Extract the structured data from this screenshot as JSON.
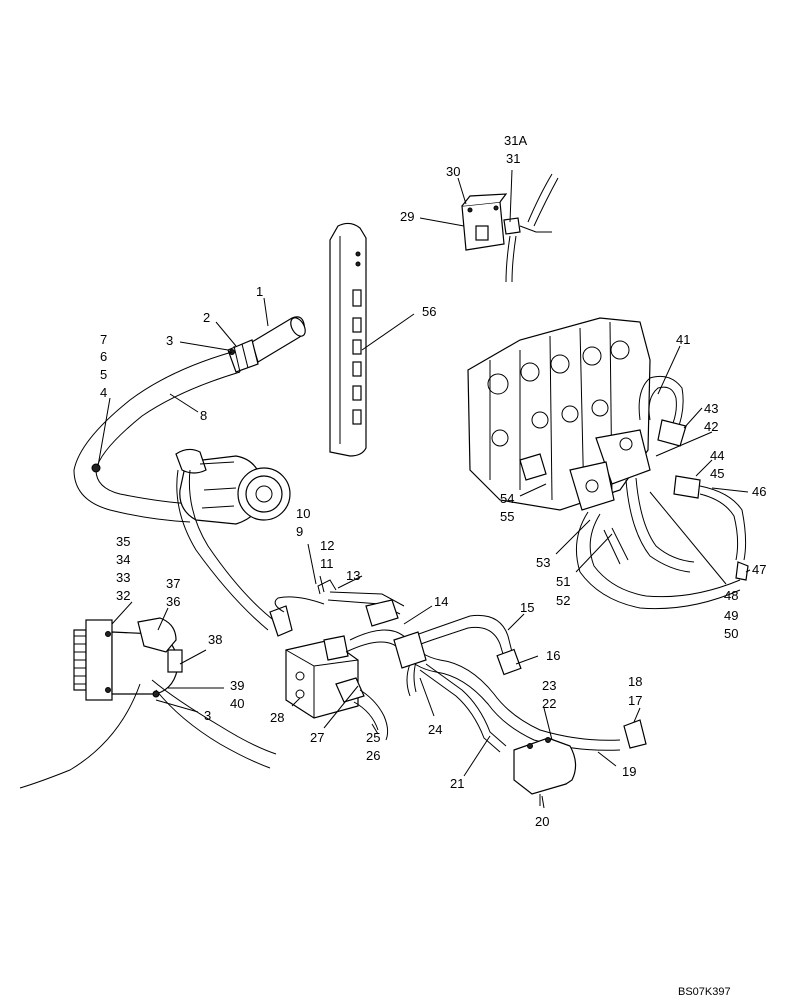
{
  "doc_code": "BS07K397",
  "callouts": {
    "c1": "1",
    "c2": "2",
    "c3a": "3",
    "c3b": "3",
    "c4": "4",
    "c5": "5",
    "c6": "6",
    "c7": "7",
    "c8": "8",
    "c9": "9",
    "c10": "10",
    "c11": "11",
    "c12": "12",
    "c13": "13",
    "c14": "14",
    "c15": "15",
    "c16": "16",
    "c17": "17",
    "c18": "18",
    "c19": "19",
    "c20": "20",
    "c21": "21",
    "c22": "22",
    "c23": "23",
    "c24": "24",
    "c25": "25",
    "c26": "26",
    "c27": "27",
    "c28": "28",
    "c29": "29",
    "c30": "30",
    "c31": "31",
    "c31a": "31A",
    "c32": "32",
    "c33": "33",
    "c34": "34",
    "c35": "35",
    "c36": "36",
    "c37": "37",
    "c38": "38",
    "c39": "39",
    "c40": "40",
    "c41": "41",
    "c42": "42",
    "c43": "43",
    "c44": "44",
    "c45": "45",
    "c46": "46",
    "c47": "47",
    "c48": "48",
    "c49": "49",
    "c50": "50",
    "c51": "51",
    "c52": "52",
    "c53": "53",
    "c54": "54",
    "c55": "55",
    "c56": "56"
  }
}
